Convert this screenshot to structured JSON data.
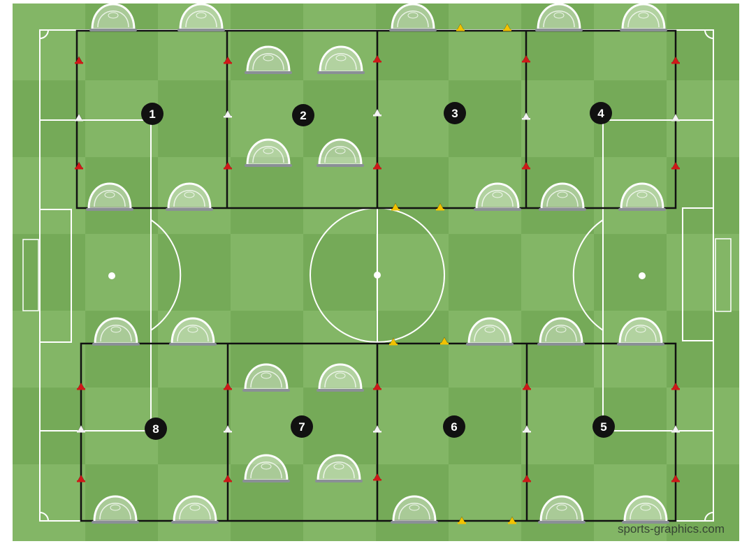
{
  "zones": [
    "1",
    "2",
    "3",
    "4",
    "5",
    "6",
    "7",
    "8"
  ],
  "credit": "sports-graphics.com",
  "colors": {
    "grass_light": "#86b969",
    "grass_dark": "#76aa58",
    "lines": "#ffffff",
    "boundary": "#111111",
    "cone_red": "#d01818",
    "cone_white": "#f4f4f4",
    "cone_yellow": "#f2c200",
    "marker": "#111111"
  },
  "icons": [
    "pop-up-goal-icon",
    "cone-icon",
    "zone-number-marker"
  ]
}
